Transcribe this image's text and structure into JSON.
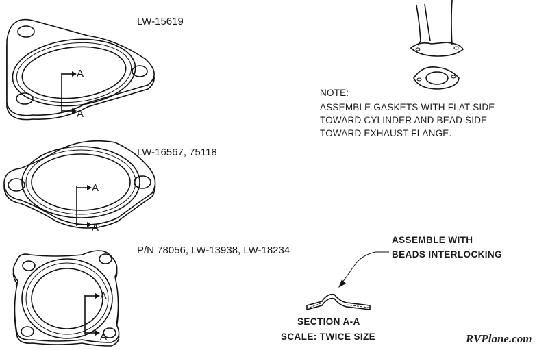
{
  "gaskets": [
    {
      "label": "LW-15619",
      "section_marker": "A"
    },
    {
      "label": "LW-16567, 75118",
      "section_marker": "A"
    },
    {
      "label": "P/N 78056, LW-13938, LW-18234",
      "section_marker": "A"
    }
  ],
  "note": {
    "lines": [
      "NOTE:",
      "ASSEMBLE GASKETS WITH FLAT SIDE",
      "TOWARD CYLINDER AND BEAD SIDE",
      "TOWARD EXHAUST FLANGE."
    ]
  },
  "callout": {
    "lines": [
      "ASSEMBLE WITH",
      "BEADS INTERLOCKING"
    ]
  },
  "section": {
    "title": "SECTION A-A",
    "scale": "SCALE: TWICE SIZE"
  },
  "watermark": "RVPlane.com"
}
